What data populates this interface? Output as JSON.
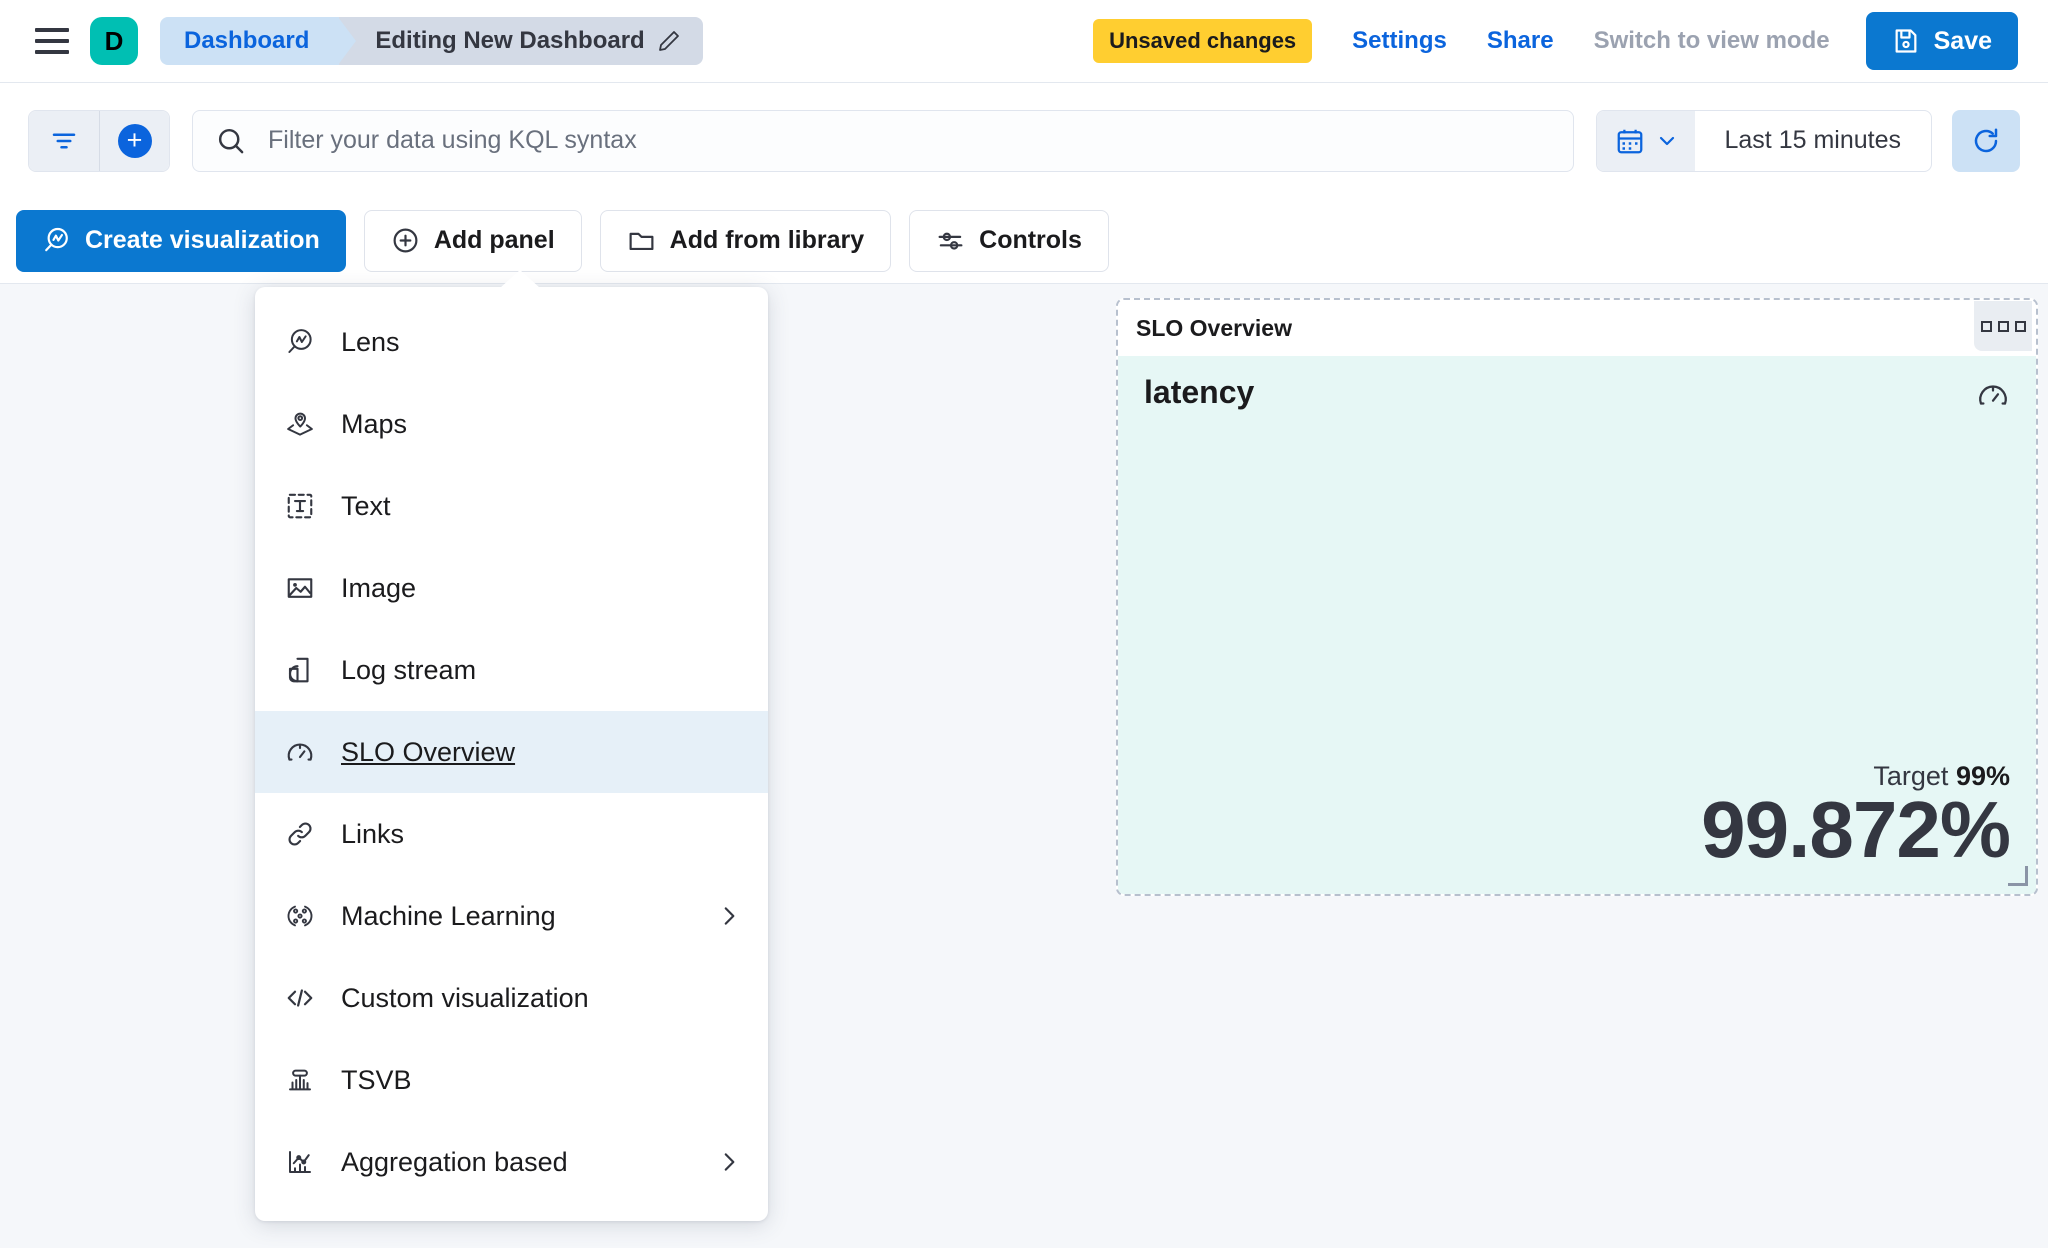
{
  "header": {
    "menu_icon": "hamburger-menu-icon",
    "avatar_letter": "D",
    "avatar_color": "#00BFB3",
    "breadcrumbs": [
      {
        "label": "Dashboard",
        "color": "#CCE1F5",
        "text_color": "#0B64DD"
      },
      {
        "label": "Editing New Dashboard",
        "color": "#D3DAE6",
        "text_color": "#343741",
        "icon": "pencil-icon"
      }
    ],
    "unsaved_badge": "Unsaved changes",
    "unsaved_badge_color": "#FFCE30",
    "settings_link": "Settings",
    "share_link": "Share",
    "view_mode_link": "Switch to view mode",
    "save_button": "Save",
    "save_button_color": "#0B78D0",
    "save_icon": "floppy-disk-icon"
  },
  "querybar": {
    "filter_icon": "filter-icon",
    "add_filter_icon": "plus-circle-icon",
    "search_icon": "search-icon",
    "search_value": "",
    "search_placeholder": "Filter your data using KQL syntax",
    "calendar_icon": "calendar-icon",
    "calendar_chevron": "chevron-down-icon",
    "time_range": "Last 15 minutes",
    "refresh_icon": "refresh-icon"
  },
  "toolbar": {
    "buttons": [
      {
        "label": "Create visualization",
        "icon": "lens-icon",
        "style": "primary"
      },
      {
        "label": "Add panel",
        "icon": "plus-circle-outline-icon",
        "style": "ghost"
      },
      {
        "label": "Add from library",
        "icon": "folder-icon",
        "style": "ghost"
      },
      {
        "label": "Controls",
        "icon": "controls-sliders-icon",
        "style": "ghost"
      }
    ]
  },
  "add_panel_menu": {
    "items": [
      {
        "label": "Lens",
        "icon": "lens-icon",
        "selected": false,
        "has_submenu": false
      },
      {
        "label": "Maps",
        "icon": "map-pin-layers-icon",
        "selected": false,
        "has_submenu": false
      },
      {
        "label": "Text",
        "icon": "text-box-icon",
        "selected": false,
        "has_submenu": false
      },
      {
        "label": "Image",
        "icon": "image-icon",
        "selected": false,
        "has_submenu": false
      },
      {
        "label": "Log stream",
        "icon": "log-stream-icon",
        "selected": false,
        "has_submenu": false
      },
      {
        "label": "SLO Overview",
        "icon": "gauge-icon",
        "selected": true,
        "has_submenu": false
      },
      {
        "label": "Links",
        "icon": "link-icon",
        "selected": false,
        "has_submenu": false
      },
      {
        "label": "Machine Learning",
        "icon": "machine-learning-icon",
        "selected": false,
        "has_submenu": true
      },
      {
        "label": "Custom visualization",
        "icon": "code-brackets-icon",
        "selected": false,
        "has_submenu": false
      },
      {
        "label": "TSVB",
        "icon": "tsvb-bars-icon",
        "selected": false,
        "has_submenu": false
      },
      {
        "label": "Aggregation based",
        "icon": "aggregation-chart-icon",
        "selected": false,
        "has_submenu": true
      }
    ],
    "selected_highlight_color": "#E6F0F8"
  },
  "slo_panel": {
    "panel_title": "SLO Overview",
    "context_menu_icon": "panel-options-icon",
    "metric_name": "latency",
    "gauge_icon": "gauge-icon",
    "target_label": "Target",
    "target_value": "99%",
    "current_value": "99.872%",
    "background_color": "#E6F7F5",
    "resize_handle": "resize-handle-icon"
  }
}
